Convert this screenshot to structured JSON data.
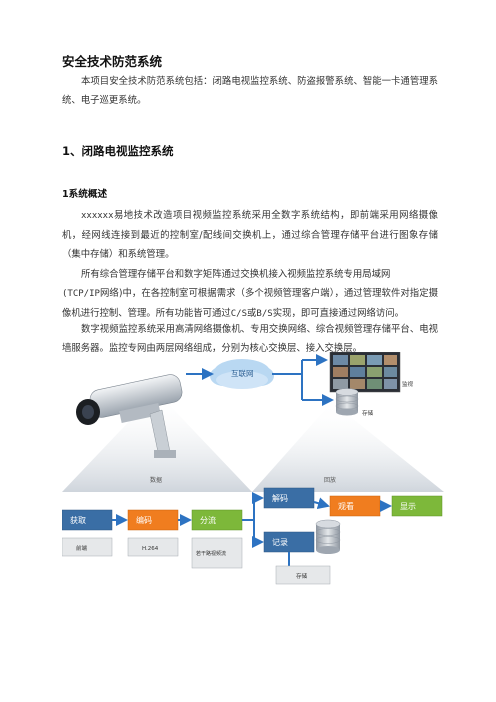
{
  "doc": {
    "title": "安全技术防范系统",
    "intro": "本项目安全技术防范系统包括：闭路电视监控系统、防盗报警系统、智能一卡通管理系统、电子巡更系统。",
    "section_title": "1、闭路电视监控系统",
    "subsection_title": "1系统概述",
    "p1_redacted": "xxxxxx",
    "p1_rest": "易地技术改造项目视频监控系统采用全数字系统结构，即前端采用网络摄像机，经网线连接到最近的控制室/配线间交换机上，通过综合管理存储平台进行图象存储（集中存储）和系统管理。",
    "p2_a": "所有综合管理存储平台和数字矩阵通过交换机接入视频监控系统专用局域网",
    "p2_protocol": "(TCP/IP",
    "p2_b": "网络)中，在各控制室可根据需求（多个视频管理客户端），通过管理软件对指定摄像机进行控制、管理。所有功能皆可通过",
    "p2_mode": "C/S",
    "p2_c": "或",
    "p2_mode2": "B/S",
    "p2_d": "实现，即可直接通过网络访问。",
    "p3": "数字视频监控系统采用高清网络摄像机、专用交换网络、综合视频管理存储平台、电视墙服务器。监控专网由两层网络组成，分别为核心交换层、接入交换层。"
  },
  "diagram": {
    "cloud_label": "互联网",
    "left_band_label": "数据",
    "right_band_label": "回放",
    "monitor_label": "监视",
    "storage_top_label": "存储",
    "storage_bottom_label": "存储",
    "boxes": {
      "acquire": "获取",
      "encode": "编码",
      "distribute": "分流",
      "decode": "解码",
      "record": "记录",
      "view": "观看",
      "display": "显示"
    },
    "sub_boxes": {
      "acquire": "前端",
      "encode": "H.264",
      "distribute": "若干路视频流"
    },
    "colors": {
      "blue_box": "#3a6ea5",
      "orange_box": "#f07d1f",
      "green_box": "#7db83a",
      "arrow": "#2d73c2",
      "cloud": "#b9d8f2"
    }
  }
}
